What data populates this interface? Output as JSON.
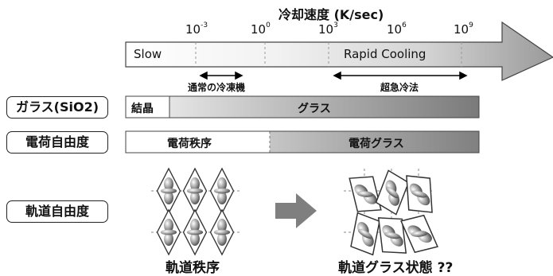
{
  "axis": {
    "title": "冷却速度 (K/sec)",
    "ticks": [
      {
        "base": "10",
        "exp": "-3"
      },
      {
        "base": "10",
        "exp": "0"
      },
      {
        "base": "10",
        "exp": "3"
      },
      {
        "base": "10",
        "exp": "6"
      },
      {
        "base": "10",
        "exp": "9"
      }
    ],
    "slow_label": "Slow",
    "rapid_label": "Rapid Cooling",
    "normal_freezer": "通常の冷凍機",
    "ultra_rapid": "超急冷法"
  },
  "rows": [
    {
      "label": "ガラス(SiO2)",
      "segments": [
        "結晶",
        "グラス"
      ]
    },
    {
      "label": "電荷自由度",
      "segments": [
        "電荷秩序",
        "電荷グラス"
      ]
    },
    {
      "label": "軌道自由度"
    }
  ],
  "bottom": {
    "left": "軌道秩序",
    "right": "軌道グラス状態 ??"
  },
  "colors": {
    "gray_dark": "#7a7a7a",
    "gray_mid": "#a8a8a8",
    "gray_light": "#e6e6e6"
  }
}
